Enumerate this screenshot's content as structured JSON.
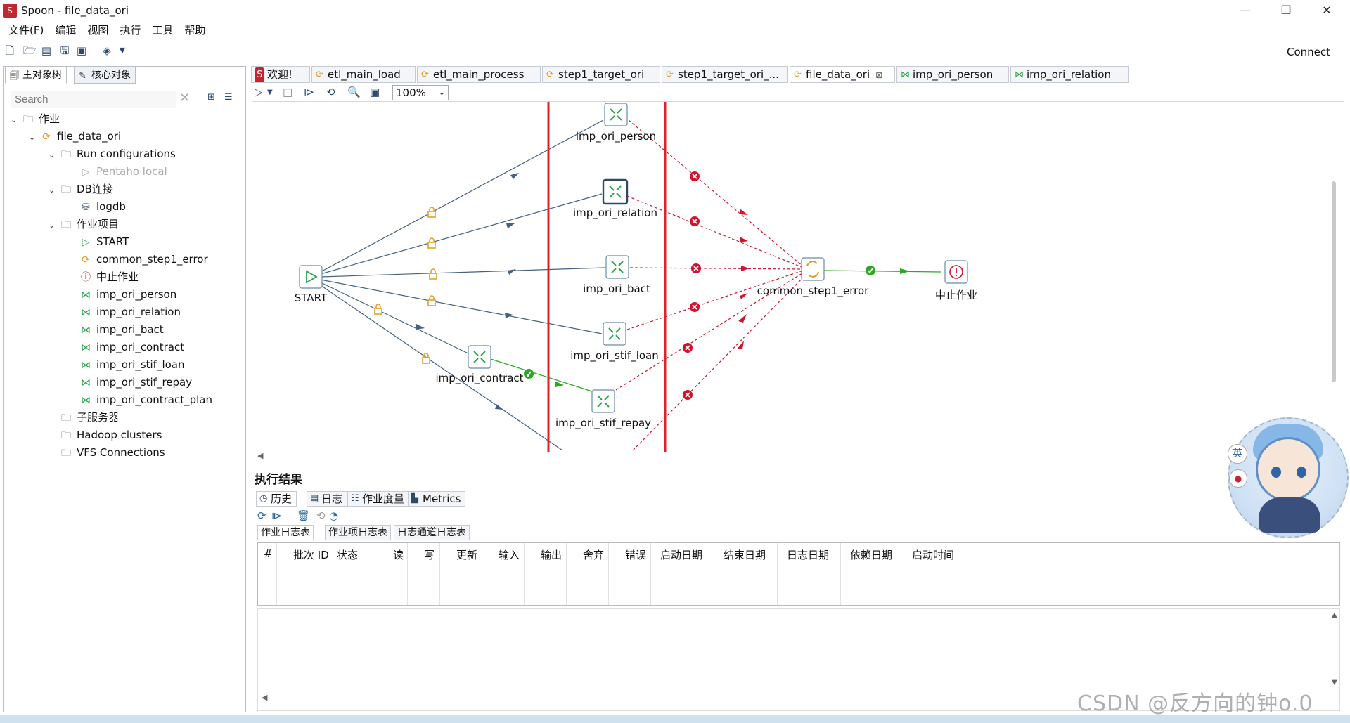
{
  "window": {
    "title": "Spoon - file_data_ori",
    "minimize": "—",
    "restore": "❐",
    "close": "✕",
    "app_icon_glyph": "S"
  },
  "menu": [
    "文件(F)",
    "编辑",
    "视图",
    "执行",
    "工具",
    "帮助"
  ],
  "toolbar": {
    "connect_label": "Connect"
  },
  "left_panel": {
    "tabs": [
      {
        "label": "主对象树",
        "icon": "tree-icon",
        "active": true
      },
      {
        "label": "核心对象",
        "icon": "pencil-icon",
        "active": false
      }
    ],
    "search_placeholder": "Search",
    "tree": [
      {
        "label": "作业",
        "level": 0,
        "expanded": true,
        "icon": "folder-icon"
      },
      {
        "label": "file_data_ori",
        "level": 1,
        "expanded": true,
        "icon": "job-icon"
      },
      {
        "label": "Run configurations",
        "level": 2,
        "expanded": true,
        "icon": "folder-icon"
      },
      {
        "label": "Pentaho local",
        "level": 3,
        "icon": "run-icon",
        "disabled": true
      },
      {
        "label": "DB连接",
        "level": 2,
        "expanded": true,
        "icon": "folder-icon"
      },
      {
        "label": "logdb",
        "level": 3,
        "icon": "database-icon"
      },
      {
        "label": "作业项目",
        "level": 2,
        "expanded": true,
        "icon": "folder-icon"
      },
      {
        "label": "START",
        "level": 3,
        "icon": "start-icon"
      },
      {
        "label": "common_step1_error",
        "level": 3,
        "icon": "job-icon"
      },
      {
        "label": "中止作业",
        "level": 3,
        "icon": "abort-icon"
      },
      {
        "label": "imp_ori_person",
        "level": 3,
        "icon": "transformation-icon"
      },
      {
        "label": "imp_ori_relation",
        "level": 3,
        "icon": "transformation-icon"
      },
      {
        "label": "imp_ori_bact",
        "level": 3,
        "icon": "transformation-icon"
      },
      {
        "label": "imp_ori_contract",
        "level": 3,
        "icon": "transformation-icon"
      },
      {
        "label": "imp_ori_stif_loan",
        "level": 3,
        "icon": "transformation-icon"
      },
      {
        "label": "imp_ori_stif_repay",
        "level": 3,
        "icon": "transformation-icon"
      },
      {
        "label": "imp_ori_contract_plan",
        "level": 3,
        "icon": "transformation-icon"
      },
      {
        "label": "子服务器",
        "level": 1,
        "icon": "folder-icon"
      },
      {
        "label": "Hadoop clusters",
        "level": 1,
        "icon": "folder-icon"
      },
      {
        "label": "VFS Connections",
        "level": 1,
        "icon": "folder-icon"
      }
    ]
  },
  "editor_tabs": [
    {
      "label": "欢迎!",
      "icon": "welcome-icon"
    },
    {
      "label": "etl_main_load",
      "icon": "job-icon"
    },
    {
      "label": "etl_main_process",
      "icon": "job-icon"
    },
    {
      "label": "step1_target_ori",
      "icon": "job-icon"
    },
    {
      "label": "step1_target_ori_...",
      "icon": "job-icon"
    },
    {
      "label": "file_data_ori",
      "icon": "job-icon",
      "active": true,
      "close": "⊠"
    },
    {
      "label": "imp_ori_person",
      "icon": "transformation-icon"
    },
    {
      "label": "imp_ori_relation",
      "icon": "transformation-icon"
    }
  ],
  "canvas": {
    "zoom": "100%",
    "nodes": [
      {
        "id": "start",
        "label": "START",
        "type": "start"
      },
      {
        "id": "person",
        "label": "imp_ori_person",
        "type": "transformation"
      },
      {
        "id": "relation",
        "label": "imp_ori_relation",
        "type": "transformation",
        "selected": true
      },
      {
        "id": "bact",
        "label": "imp_ori_bact",
        "type": "transformation"
      },
      {
        "id": "contract",
        "label": "imp_ori_contract",
        "type": "transformation"
      },
      {
        "id": "loan",
        "label": "imp_ori_stif_loan",
        "type": "transformation"
      },
      {
        "id": "repay",
        "label": "imp_ori_stif_repay",
        "type": "transformation"
      },
      {
        "id": "error",
        "label": "common_step1_error",
        "type": "job"
      },
      {
        "id": "abort",
        "label": "中止作业",
        "type": "abort"
      }
    ],
    "colors": {
      "unconditional_hop": "#45617f",
      "success_hop": "#2aa81e",
      "failure_hop": "#d0142c",
      "highlight_box": "#e0202a",
      "lock": "#e6a020"
    }
  },
  "results": {
    "title": "执行结果",
    "tabs": [
      {
        "label": "历史",
        "icon": "history-icon",
        "active": true
      },
      {
        "label": "日志",
        "icon": "log-icon"
      },
      {
        "label": "作业度量",
        "icon": "metrics-list-icon"
      },
      {
        "label": "Metrics",
        "icon": "chart-icon"
      }
    ],
    "log_tabs": [
      {
        "label": "作业日志表",
        "active": true
      },
      {
        "label": "作业项日志表"
      },
      {
        "label": "日志通道日志表"
      }
    ],
    "columns": [
      "#",
      "批次 ID",
      "状态",
      "读",
      "写",
      "更新",
      "输入",
      "输出",
      "舍弃",
      "错误",
      "启动日期",
      "结束日期",
      "日志日期",
      "依赖日期",
      "启动时间"
    ]
  },
  "watermark": "CSDN @反方向的钟o.0",
  "avatar_badges": [
    "英",
    "●"
  ]
}
